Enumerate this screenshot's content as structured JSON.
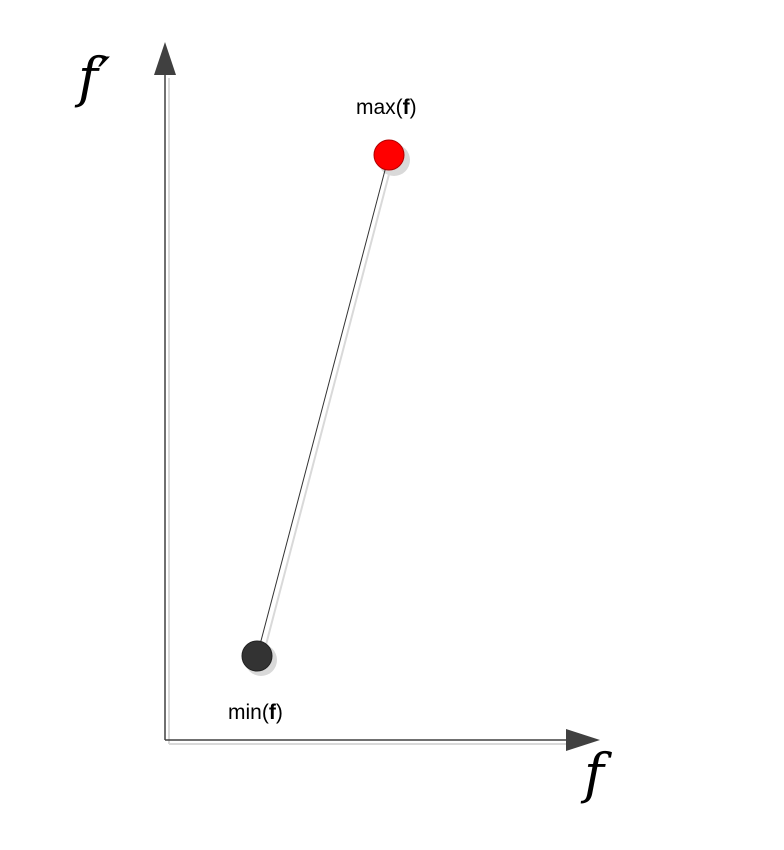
{
  "axes": {
    "x_label": "f",
    "y_label": "f′"
  },
  "points": {
    "max": {
      "label_prefix": "max(",
      "label_var": "f",
      "label_suffix": ")"
    },
    "min": {
      "label_prefix": "min(",
      "label_var": "f",
      "label_suffix": ")"
    }
  },
  "colors": {
    "axis": "#404040",
    "max_point": "#ff0000",
    "min_point": "#333333",
    "connector": "#333333",
    "shadow": "#d9d9d9"
  }
}
